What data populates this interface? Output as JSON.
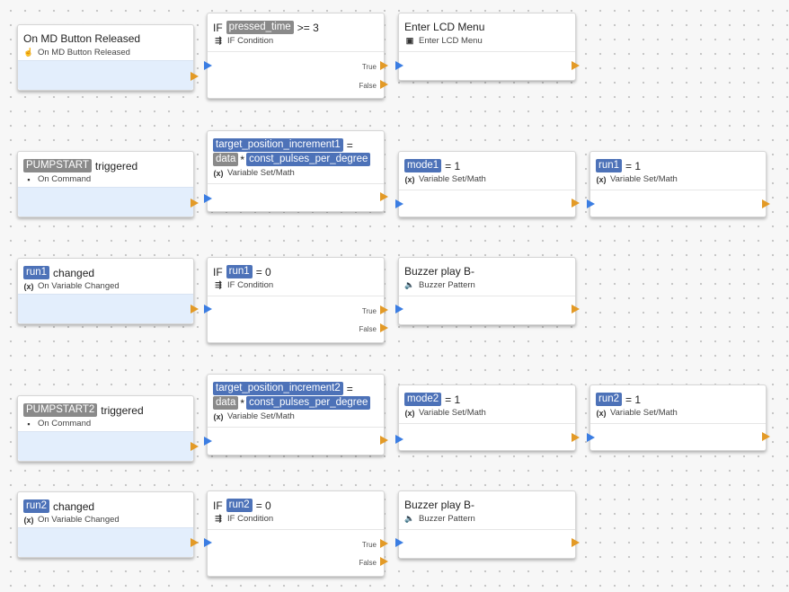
{
  "canvas": {
    "colors": {
      "trigger_footer": "#e3eefc",
      "chip_variable": "#4d72b8",
      "chip_command": "#8a8a8a",
      "output_port": "#e39a26",
      "input_port": "#3b7de2"
    }
  },
  "rows": [
    {
      "trigger": {
        "title": "On MD Button Released",
        "subtitle": "On MD Button Released",
        "icon": "hand-pointer-icon"
      },
      "condition": {
        "keyword": "IF",
        "var": "pressed_time",
        "op": ">= 3",
        "subtitle": "IF Condition",
        "icon": "branch-icon",
        "true_label": "True",
        "false_label": "False"
      },
      "action": {
        "title": "Enter LCD Menu",
        "subtitle": "Enter LCD Menu",
        "icon": "menu-icon"
      }
    },
    {
      "trigger": {
        "chip": "PUMPSTART",
        "suffix": "triggered",
        "subtitle": "On Command",
        "icon": "terminal-icon"
      },
      "math": {
        "target": "target_position_increment1",
        "eq": "=",
        "chip_a": "data",
        "mul": "*",
        "chip_b": "const_pulses_per_degree",
        "subtitle": "Variable Set/Math",
        "icon": "variable-icon"
      },
      "set1": {
        "var": "mode1",
        "value": "= 1",
        "subtitle": "Variable Set/Math",
        "icon": "variable-icon"
      },
      "set2": {
        "var": "run1",
        "value": "= 1",
        "subtitle": "Variable Set/Math",
        "icon": "variable-icon"
      }
    },
    {
      "trigger": {
        "chip": "run1",
        "suffix": "changed",
        "subtitle": "On Variable Changed",
        "icon": "variable-icon"
      },
      "condition": {
        "keyword": "IF",
        "var": "run1",
        "op": "= 0",
        "subtitle": "IF Condition",
        "icon": "branch-icon",
        "true_label": "True",
        "false_label": "False"
      },
      "action": {
        "title": "Buzzer play B-",
        "subtitle": "Buzzer Pattern",
        "icon": "speaker-icon"
      }
    },
    {
      "trigger": {
        "chip": "PUMPSTART2",
        "suffix": "triggered",
        "subtitle": "On Command",
        "icon": "terminal-icon"
      },
      "math": {
        "target": "target_position_increment2",
        "eq": "=",
        "chip_a": "data",
        "mul": "*",
        "chip_b": "const_pulses_per_degree",
        "subtitle": "Variable Set/Math",
        "icon": "variable-icon"
      },
      "set1": {
        "var": "mode2",
        "value": "= 1",
        "subtitle": "Variable Set/Math",
        "icon": "variable-icon"
      },
      "set2": {
        "var": "run2",
        "value": "= 1",
        "subtitle": "Variable Set/Math",
        "icon": "variable-icon"
      }
    },
    {
      "trigger": {
        "chip": "run2",
        "suffix": "changed",
        "subtitle": "On Variable Changed",
        "icon": "variable-icon"
      },
      "condition": {
        "keyword": "IF",
        "var": "run2",
        "op": "= 0",
        "subtitle": "IF Condition",
        "icon": "branch-icon",
        "true_label": "True",
        "false_label": "False"
      },
      "action": {
        "title": "Buzzer play B-",
        "subtitle": "Buzzer Pattern",
        "icon": "speaker-icon"
      }
    }
  ]
}
